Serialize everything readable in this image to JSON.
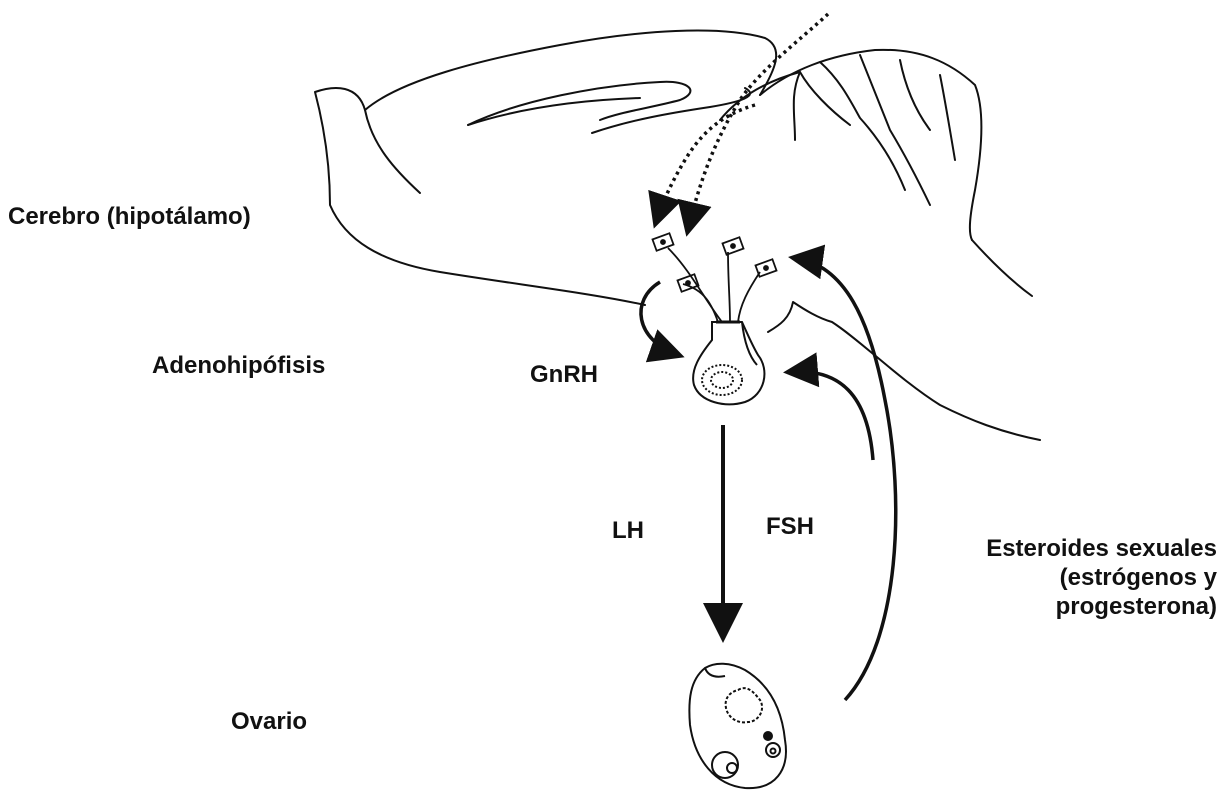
{
  "colors": {
    "ink": "#111111",
    "background": "#ffffff"
  },
  "labels": {
    "brain": "Cerebro (hipotálamo)",
    "pituitary": "Adenohipófisis",
    "ovary": "Ovario",
    "gnrh": "GnRH",
    "lh": "LH",
    "fsh": "FSH",
    "steroids_line1": "Esteroides sexuales",
    "steroids_line2": "(estrógenos y",
    "steroids_line3": "progesterona)"
  }
}
